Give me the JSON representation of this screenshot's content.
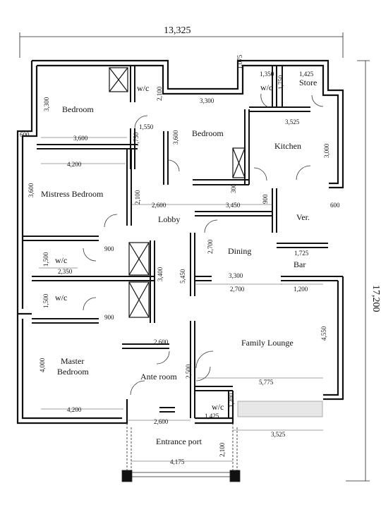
{
  "overall": {
    "width": "13,325",
    "height": "17,200"
  },
  "rooms": {
    "bedroom_1": "Bedroom",
    "wc_1": "w/c",
    "bedroom_2": "Bedroom",
    "wc_2": "w/c",
    "store": "Store",
    "kitchen": "Kitchen",
    "mistress_bedroom": "Mistress Bedroom",
    "lobby": "Lobby",
    "verandah": "Ver.",
    "dining": "Dining",
    "bar": "Bar",
    "wc_3": "w/c",
    "wc_4": "w/c",
    "family_lounge": "Family Lounge",
    "master_bedroom_1": "Master",
    "master_bedroom_2": "Bedroom",
    "ante_room": "Ante room",
    "wc_5": "w/c",
    "entrance_porch": "Entrance port"
  },
  "dims": {
    "d_1075": "1,075",
    "d_1350": "1,350",
    "d_1425a": "1,425",
    "d_3300a": "3,300",
    "d_2100a": "2,100",
    "d_1750a": "1,750",
    "d_3300b": "3,300",
    "d_3525a": "3,525",
    "d_600a": "600",
    "d_3600a": "3,600",
    "d_1550": "1,550",
    "d_1750b": "1,750",
    "d_3600b": "3,600",
    "d_3000": "3,000",
    "d_4200a": "4,200",
    "d_3600c": "3,600",
    "d_300": "300",
    "d_900a": "900",
    "d_2100b": "2,100",
    "d_2600a": "2,600",
    "d_3450": "3,450",
    "d_600b": "600",
    "d_2700a": "2,700",
    "d_900b": "900",
    "d_1725": "1,725",
    "d_1500a": "1,500",
    "d_2350": "2,350",
    "d_3400": "3,400",
    "d_5450": "5,450",
    "d_3300c": "3,300",
    "d_2700b": "2,700",
    "d_1200a": "1,200",
    "d_1500b": "1,500",
    "d_900c": "900",
    "d_4550": "4,550",
    "d_2600b": "2,600",
    "d_4000": "4,000",
    "d_2500": "2,500",
    "d_5775": "5,775",
    "d_4200b": "4,200",
    "d_1200b": "1,200",
    "d_1425b": "1,425",
    "d_2600c": "2,600",
    "d_3525b": "3,525",
    "d_2100c": "2,100",
    "d_4175": "4,175"
  }
}
